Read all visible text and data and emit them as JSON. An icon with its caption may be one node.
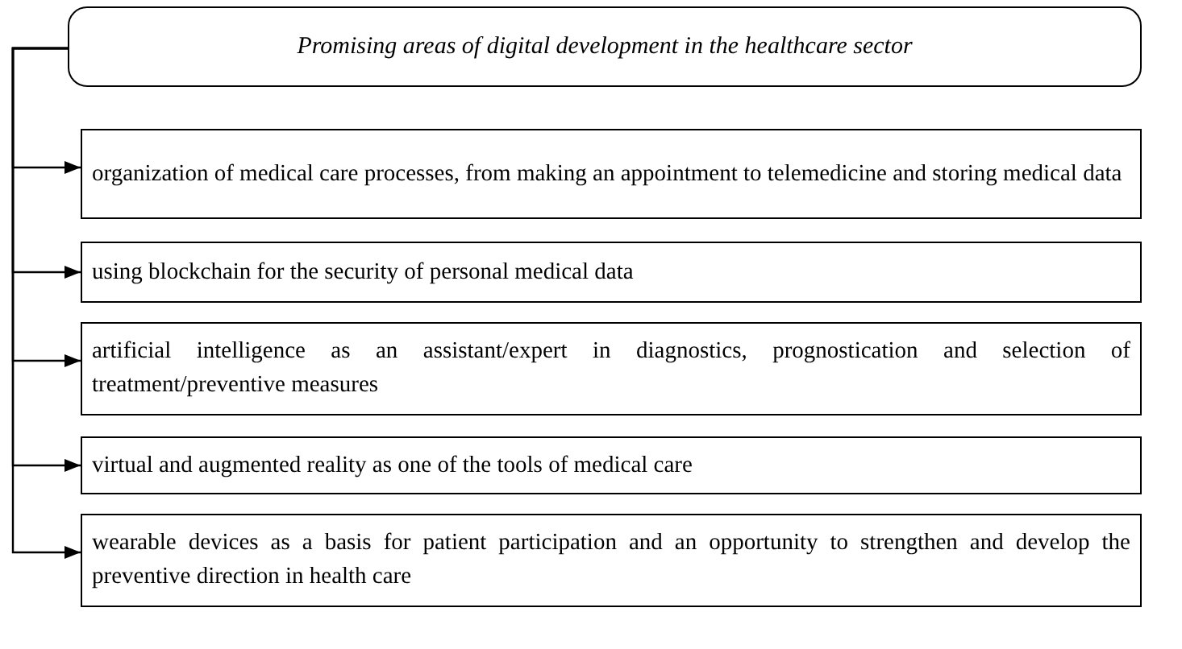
{
  "diagram": {
    "nodes": [
      {
        "text": [
          "Promising areas of digital development in the healthcare sector"
        ]
      },
      {
        "text": [
          "organization of medical care processes, from making an appointment to telemedicine and storing medical data"
        ]
      },
      {
        "text": [
          "using blockchain for the security of personal medical data"
        ]
      },
      {
        "text": [
          "artificial intelligence as an assistant/expert in diagnostics, prognostication and selection of treatment/preventive measures"
        ]
      },
      {
        "text": [
          "virtual and augmented reality as one of the tools of medical care"
        ]
      },
      {
        "text": [
          "wearable devices as a basis for patient participation and an opportunity to strengthen and develop the preventive direction in health care"
        ]
      }
    ],
    "edges": [
      {
        "from": 0,
        "to": 1,
        "arrow": "to"
      },
      {
        "from": 0,
        "to": 2,
        "arrow": "to"
      },
      {
        "from": 0,
        "to": 3,
        "arrow": "to"
      },
      {
        "from": 0,
        "to": 4,
        "arrow": "to"
      },
      {
        "from": 0,
        "to": 5,
        "arrow": "to"
      }
    ]
  }
}
